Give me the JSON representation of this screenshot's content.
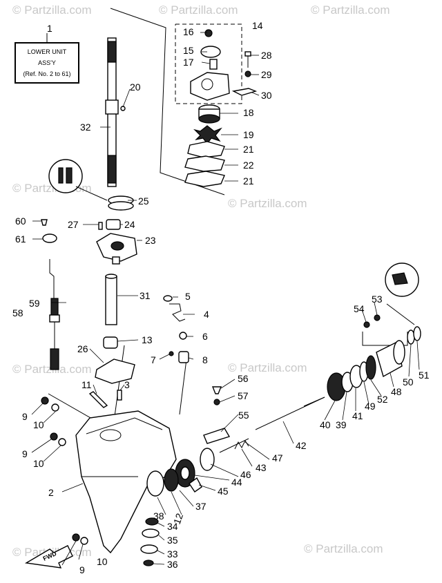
{
  "watermark": {
    "text_top": "© Partzilla.com",
    "text_mid": "© Partzilla.com",
    "text_bottom": "© Partzilla.com"
  },
  "lower_unit_box": {
    "line1": "LOWER UNIT",
    "line2": "ASS'Y",
    "line3": "(Ref. No. 2 to 61)"
  },
  "fwd_arrow_label": "FWD",
  "callouts": [
    "1",
    "2",
    "3",
    "4",
    "5",
    "6",
    "7",
    "8",
    "9",
    "9",
    "9",
    "10",
    "10",
    "10",
    "11",
    "12",
    "13",
    "14",
    "15",
    "16",
    "17",
    "18",
    "19",
    "20",
    "21",
    "21",
    "22",
    "23",
    "24",
    "25",
    "26",
    "27",
    "28",
    "29",
    "30",
    "31",
    "32",
    "33",
    "34",
    "35",
    "36",
    "37",
    "38",
    "39",
    "40",
    "41",
    "42",
    "43",
    "44",
    "45",
    "46",
    "47",
    "48",
    "49",
    "50",
    "51",
    "52",
    "53",
    "54",
    "55",
    "56",
    "57",
    "58",
    "59",
    "60",
    "61"
  ]
}
